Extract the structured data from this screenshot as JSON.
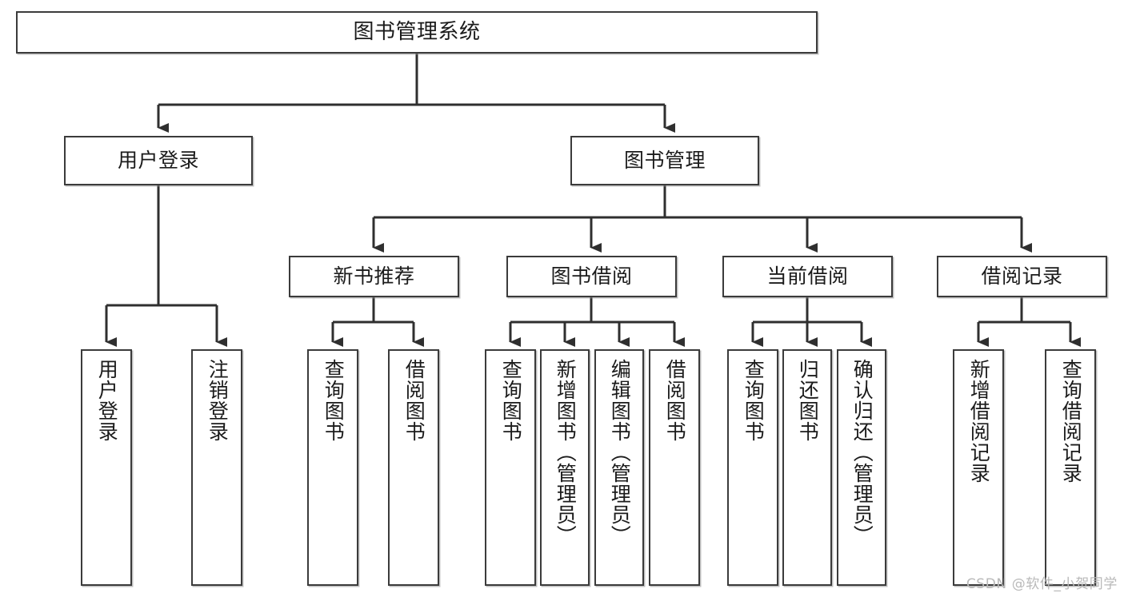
{
  "diagram": {
    "title": "图书管理系统",
    "type": "functional-structure-tree",
    "orientation": "top-down",
    "colors": {
      "box_border": "#3b3b3b",
      "box_fill": "#ffffff",
      "connector": "#2f2f2f",
      "text": "#1b1b1b",
      "watermark": "#b9b9b9",
      "background": "#ffffff"
    }
  },
  "nodes": {
    "root": {
      "label": "图书管理系统"
    },
    "level1": [
      {
        "label": "用户登录"
      },
      {
        "label": "图书管理"
      }
    ],
    "level2": [
      {
        "label": "新书推荐"
      },
      {
        "label": "图书借阅"
      },
      {
        "label": "当前借阅"
      },
      {
        "label": "借阅记录"
      }
    ],
    "leaves": {
      "user_login": [
        {
          "label": "用户登录"
        },
        {
          "label": "注销登录"
        }
      ],
      "new_book_recommend": [
        {
          "label": "查询图书"
        },
        {
          "label": "借阅图书"
        }
      ],
      "book_borrow": [
        {
          "label": "查询图书"
        },
        {
          "label": "新增图书（管理员）"
        },
        {
          "label": "编辑图书（管理员）"
        },
        {
          "label": "借阅图书"
        }
      ],
      "current_borrow": [
        {
          "label": "查询图书"
        },
        {
          "label": "归还图书"
        },
        {
          "label": "确认归还（管理员）"
        }
      ],
      "borrow_records": [
        {
          "label": "新增借阅记录"
        },
        {
          "label": "查询借阅记录"
        }
      ]
    }
  },
  "watermark": {
    "text": "CSDN @软件_小贺同学"
  }
}
